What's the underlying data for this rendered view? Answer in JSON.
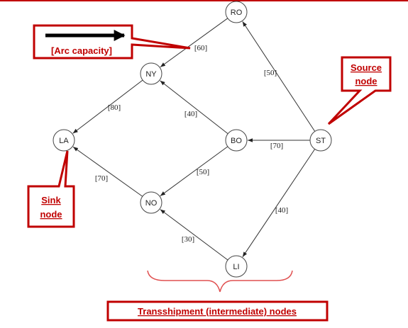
{
  "nodes": [
    {
      "id": "RO",
      "label": "RO"
    },
    {
      "id": "NY",
      "label": "NY"
    },
    {
      "id": "LA",
      "label": "LA"
    },
    {
      "id": "BO",
      "label": "BO"
    },
    {
      "id": "ST",
      "label": "ST"
    },
    {
      "id": "NO",
      "label": "NO"
    },
    {
      "id": "LI",
      "label": "LI"
    }
  ],
  "arcs": [
    {
      "from": "RO",
      "to": "NY",
      "capacity": "[60]"
    },
    {
      "from": "ST",
      "to": "RO",
      "capacity": "[50]"
    },
    {
      "from": "NY",
      "to": "LA",
      "capacity": "[80]"
    },
    {
      "from": "BO",
      "to": "NY",
      "capacity": "[40]"
    },
    {
      "from": "ST",
      "to": "BO",
      "capacity": "[70]"
    },
    {
      "from": "BO",
      "to": "NO",
      "capacity": "[50]"
    },
    {
      "from": "NO",
      "to": "LA",
      "capacity": "[70]"
    },
    {
      "from": "ST",
      "to": "LI",
      "capacity": "[40]"
    },
    {
      "from": "LI",
      "to": "NO",
      "capacity": "[30]"
    }
  ],
  "callouts": {
    "arc_capacity": "[Arc capacity]",
    "source_line1": "Source",
    "source_line2": "node",
    "sink_line1": "Sink",
    "sink_line2": "node",
    "transshipment": "Transshipment (intermediate) nodes"
  },
  "colors": {
    "accent": "#c00000",
    "callout_fill": "#ffffff",
    "line": "#333333",
    "brace": "#e05050"
  }
}
